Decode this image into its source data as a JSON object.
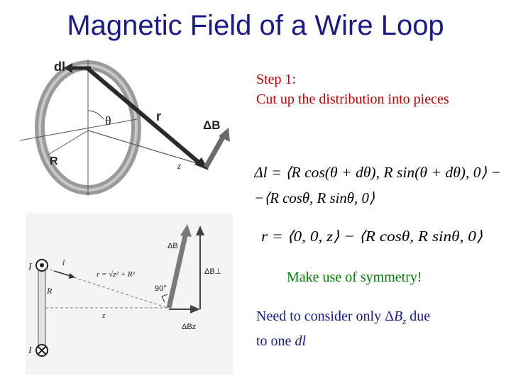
{
  "slide": {
    "title": "Magnetic Field of a Wire Loop",
    "step_label": "Step 1:",
    "step_text": "Cut up the distribution into pieces",
    "symmetry_text": "Make use of symmetry!",
    "note": {
      "prefix": "Need to consider only ",
      "delta": "Δ",
      "b": "B",
      "sub_z": "z",
      "mid": " due",
      "line2_prefix": "to one ",
      "dl": "dl"
    }
  },
  "figure_loop": {
    "label_dl": "dl",
    "label_theta": "θ",
    "label_r": "r",
    "label_dB": "ΔB",
    "label_R": "R",
    "label_z": "z"
  },
  "figure_side": {
    "label_I_top": "I",
    "label_I_bottom": "I",
    "label_rhat": "r̂",
    "label_r_formula": "r = √z² + R²",
    "label_R": "R",
    "label_z": "z",
    "label_90": "90°",
    "label_dB": "ΔB",
    "label_dBperp": "ΔB⊥",
    "label_dBz": "ΔBz"
  },
  "equations": {
    "eq1_line1": "Δl = ⟨R cos(θ + dθ), R sin(θ + dθ), 0⟩ −",
    "eq1_line2": "−⟨R cosθ, R sinθ, 0⟩",
    "eq2": "r = ⟨0, 0, z⟩ − ⟨R cosθ, R sinθ, 0⟩"
  }
}
